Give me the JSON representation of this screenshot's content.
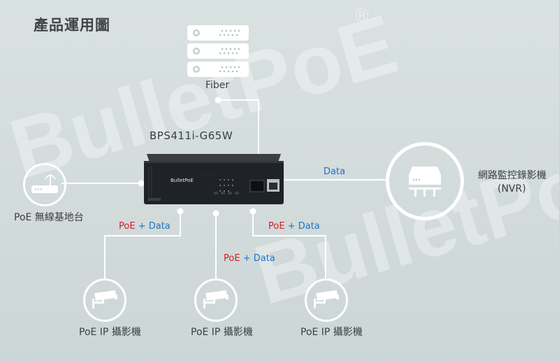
{
  "title": "產品運用圖",
  "watermark": {
    "text": "BulletPoE",
    "reg": "®"
  },
  "fiber": {
    "label": "Fiber"
  },
  "switch": {
    "model": "BPS411i-G65W",
    "brand": "BulletPoE"
  },
  "ap": {
    "label": "PoE 無線基地台"
  },
  "nvr": {
    "label": "網路監控錄影機",
    "sub": "(NVR)"
  },
  "links": {
    "data": "Data",
    "poe": "PoE",
    "plus": "+",
    "data2": "Data"
  },
  "cameras": [
    {
      "label": "PoE IP 攝影機"
    },
    {
      "label": "PoE IP 攝影機"
    },
    {
      "label": "PoE IP 攝影機"
    }
  ],
  "colors": {
    "poe": "#d0202a",
    "data": "#1f73c6",
    "line": "#ffffff"
  }
}
